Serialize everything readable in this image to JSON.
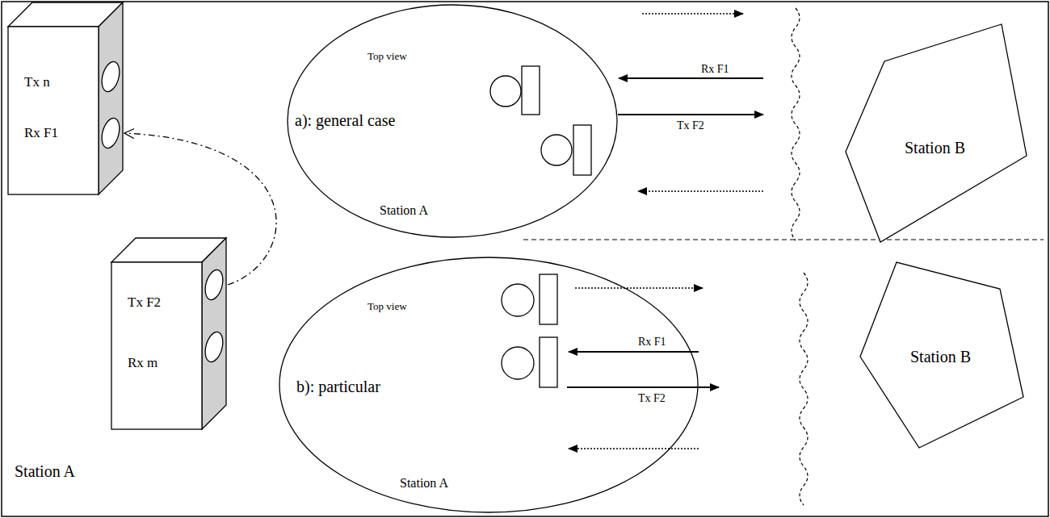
{
  "diagram": {
    "nodes": [
      {
        "text": [
          "Tx n",
          "Rx F1"
        ]
      },
      {
        "text": [
          "Top view",
          "a): general case",
          "Station A"
        ]
      },
      {
        "text": [
          "Station B"
        ]
      },
      {
        "text": [
          "Tx F2",
          "Rx m"
        ]
      },
      {
        "text": [
          "Top view",
          "b): particular",
          "Station A"
        ]
      },
      {
        "text": [
          "Station B"
        ]
      }
    ],
    "edges": [
      {
        "from": 3,
        "to": 0,
        "arrow": "to"
      }
    ],
    "labels": [
      "Rx F1",
      "Tx F2",
      "Station A",
      "Rx F1",
      "Tx F2"
    ]
  }
}
